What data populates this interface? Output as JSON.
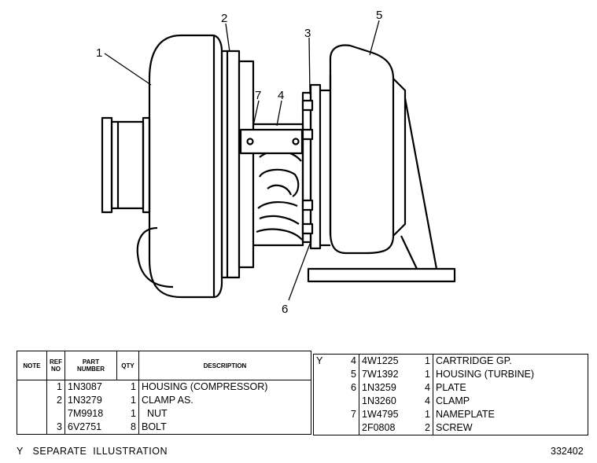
{
  "callouts": [
    "1",
    "2",
    "3",
    "4",
    "5",
    "6",
    "7"
  ],
  "left_table": {
    "headers": {
      "note": "NOTE",
      "ref": "REF\nNO",
      "part": "PART\nNUMBER",
      "qty": "QTY",
      "desc": "DESCRIPTION"
    },
    "rows": [
      {
        "note": "",
        "ref": "1",
        "part": "1N3087",
        "qty": "1",
        "desc": "HOUSING (COMPRESSOR)"
      },
      {
        "note": "",
        "ref": "2",
        "part": "1N3279",
        "qty": "1",
        "desc": "CLAMP AS."
      },
      {
        "note": "",
        "ref": "",
        "part": "7M9918",
        "qty": "1",
        "desc": "  NUT"
      },
      {
        "note": "",
        "ref": "3",
        "part": "6V2751",
        "qty": "8",
        "desc": "BOLT"
      }
    ]
  },
  "right_table": {
    "rows": [
      {
        "note": "Y",
        "ref": "4",
        "part": "4W1225",
        "qty": "1",
        "desc": "CARTRIDGE GP."
      },
      {
        "note": "",
        "ref": "5",
        "part": "7W1392",
        "qty": "1",
        "desc": "HOUSING (TURBINE)"
      },
      {
        "note": "",
        "ref": "6",
        "part": "1N3259",
        "qty": "4",
        "desc": "PLATE"
      },
      {
        "note": "",
        "ref": "",
        "part": "1N3260",
        "qty": "4",
        "desc": "CLAMP"
      },
      {
        "note": "",
        "ref": "7",
        "part": "1W4795",
        "qty": "1",
        "desc": "NAMEPLATE"
      },
      {
        "note": "",
        "ref": "",
        "part": "2F0808",
        "qty": "2",
        "desc": "SCREW"
      }
    ]
  },
  "footnote": "Y   SEPARATE  ILLUSTRATION",
  "figure_number": "332402"
}
